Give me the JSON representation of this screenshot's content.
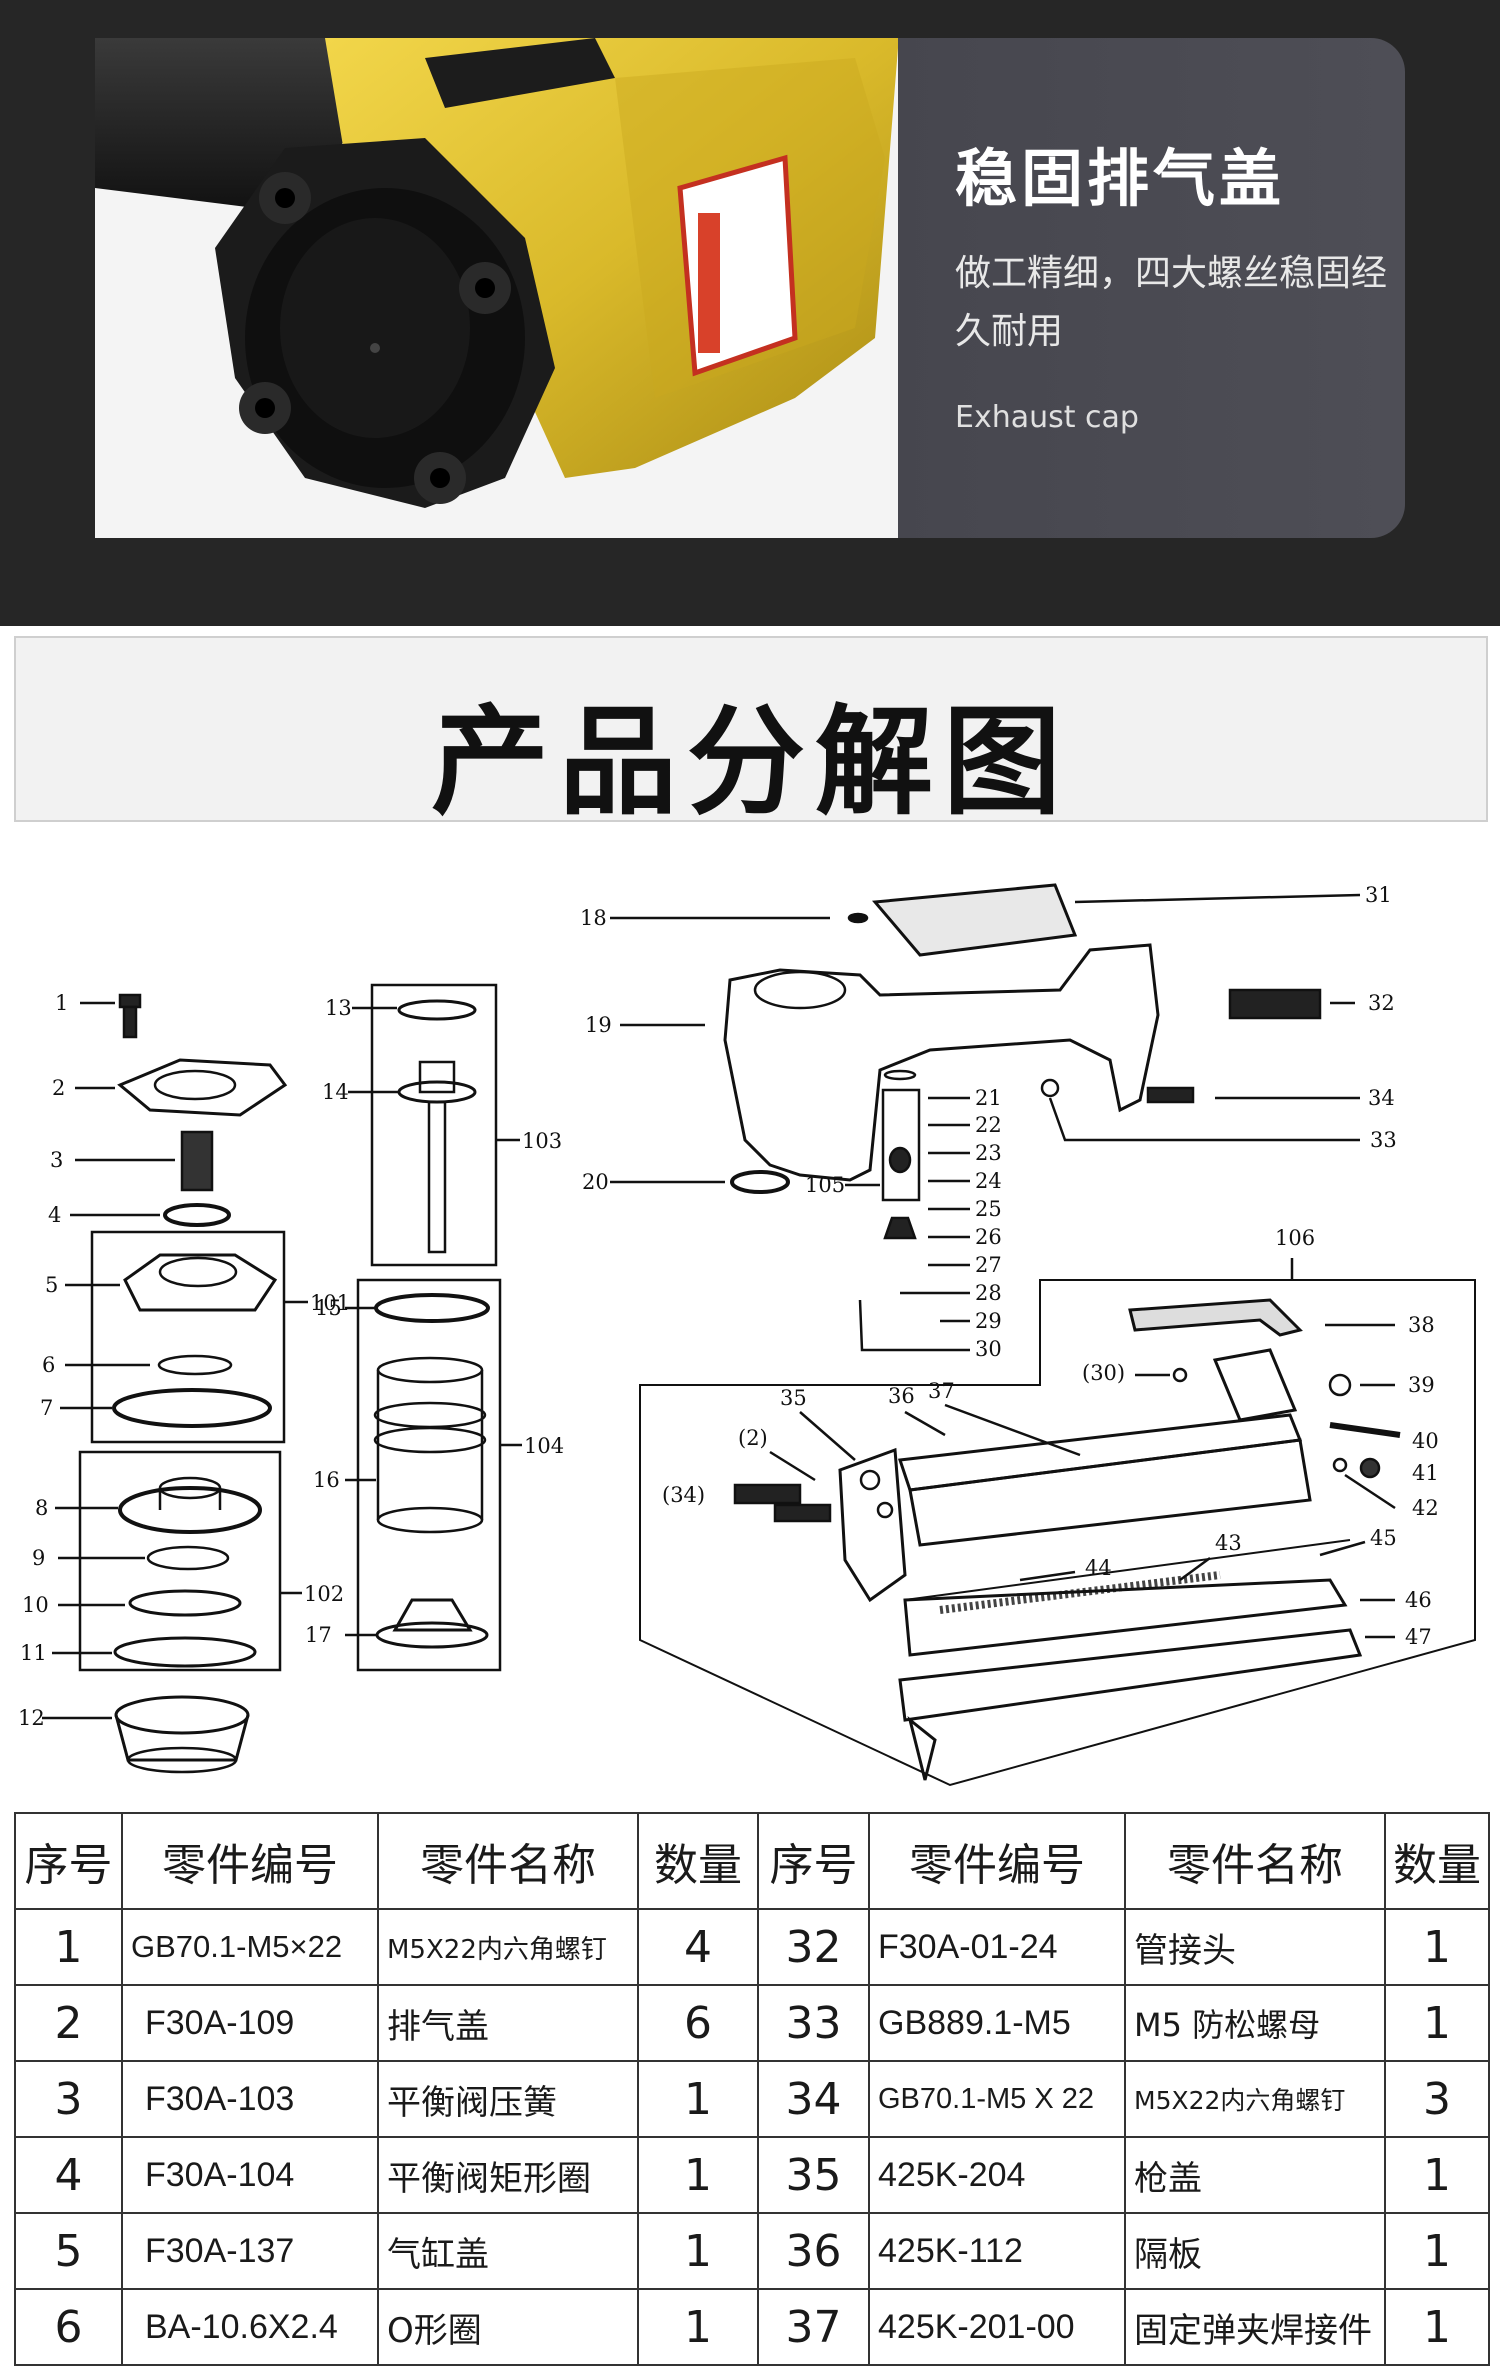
{
  "feature": {
    "title": "稳固排气盖",
    "description": "做工精细，四大螺丝稳固经久耐用",
    "english": "Exhaust cap"
  },
  "section": {
    "title": "产品分解图"
  },
  "diagram": {
    "labels": {
      "n1": "1",
      "n2": "2",
      "n3": "3",
      "n4": "4",
      "n5": "5",
      "n6": "6",
      "n7": "7",
      "n8": "8",
      "n9": "9",
      "n10": "10",
      "n11": "11",
      "n12": "12",
      "n13": "13",
      "n14": "14",
      "n15": "15",
      "n16": "16",
      "n17": "17",
      "n18": "18",
      "n19": "19",
      "n20": "20",
      "n21": "21",
      "n22": "22",
      "n23": "23",
      "n24": "24",
      "n25": "25",
      "n26": "26",
      "n27": "27",
      "n28": "28",
      "n29": "29",
      "n30": "30",
      "n31": "31",
      "n32": "32",
      "n33": "33",
      "n34": "34",
      "n35": "35",
      "n36": "36",
      "n37": "37",
      "n38": "38",
      "n39": "39",
      "n40": "40",
      "n41": "41",
      "n42": "42",
      "n43": "43",
      "n44": "44",
      "n45": "45",
      "n46": "46",
      "n47": "47",
      "p30": "(30)",
      "p2": "(2)",
      "p34": "(34)",
      "g101": "101",
      "g102": "102",
      "g103": "103",
      "g104": "104",
      "g105": "105",
      "g106": "106"
    }
  },
  "table": {
    "headers": [
      "序号",
      "零件编号",
      "零件名称",
      "数量",
      "序号",
      "零件编号",
      "零件名称",
      "数量"
    ],
    "rows": [
      [
        "1",
        "GB70.1-M5×22",
        "M5X22内六角螺钉",
        "4",
        "32",
        "F30A-01-24",
        "管接头",
        "1"
      ],
      [
        "2",
        "F30A-109",
        "排气盖",
        "6",
        "33",
        "GB889.1-M5",
        "M5 防松螺母",
        "1"
      ],
      [
        "3",
        "F30A-103",
        "平衡阀压簧",
        "1",
        "34",
        "GB70.1-M5 X 22",
        "M5X22内六角螺钉",
        "3"
      ],
      [
        "4",
        "F30A-104",
        "平衡阀矩形圈",
        "1",
        "35",
        "425K-204",
        "枪盖",
        "1"
      ],
      [
        "5",
        "F30A-137",
        "气缸盖",
        "1",
        "36",
        "425K-112",
        "隔板",
        "1"
      ],
      [
        "6",
        "BA-10.6X2.4",
        "O形圈",
        "1",
        "37",
        "425K-201-00",
        "固定弹夹焊接件",
        "1"
      ]
    ]
  }
}
